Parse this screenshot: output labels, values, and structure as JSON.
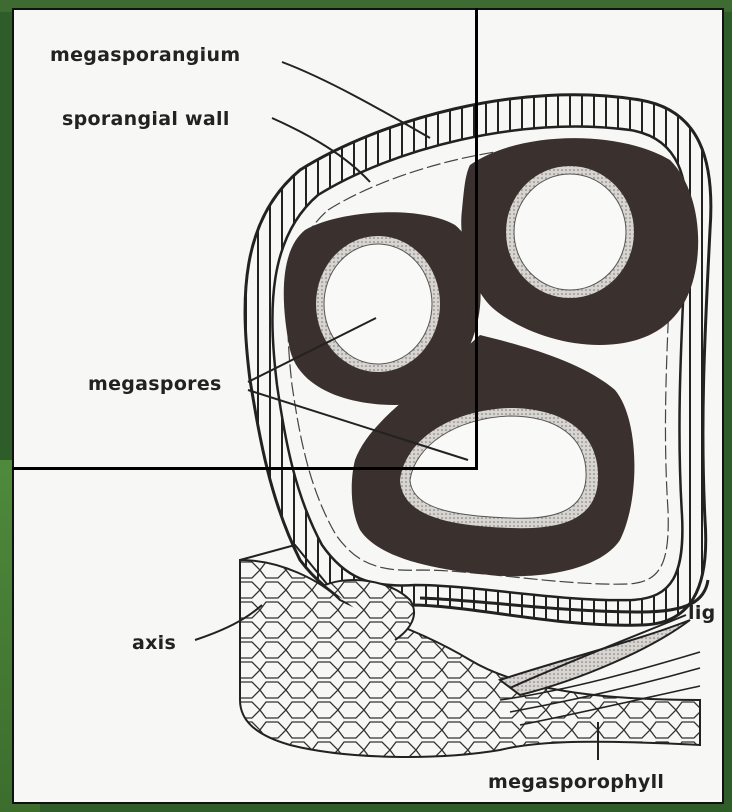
{
  "labels": {
    "megasporangium": "megasporangium",
    "sporangial_wall": "sporangial wall",
    "megaspores": "megaspores",
    "axis": "axis",
    "ligule": "lig",
    "megasporophyll": "megasporophyll"
  },
  "colors": {
    "ink": "#222222",
    "spore_fill": "#3a302d",
    "paper": "#f7f7f5",
    "slide_green": "#3c6d2d"
  },
  "megaspore_count": 3
}
